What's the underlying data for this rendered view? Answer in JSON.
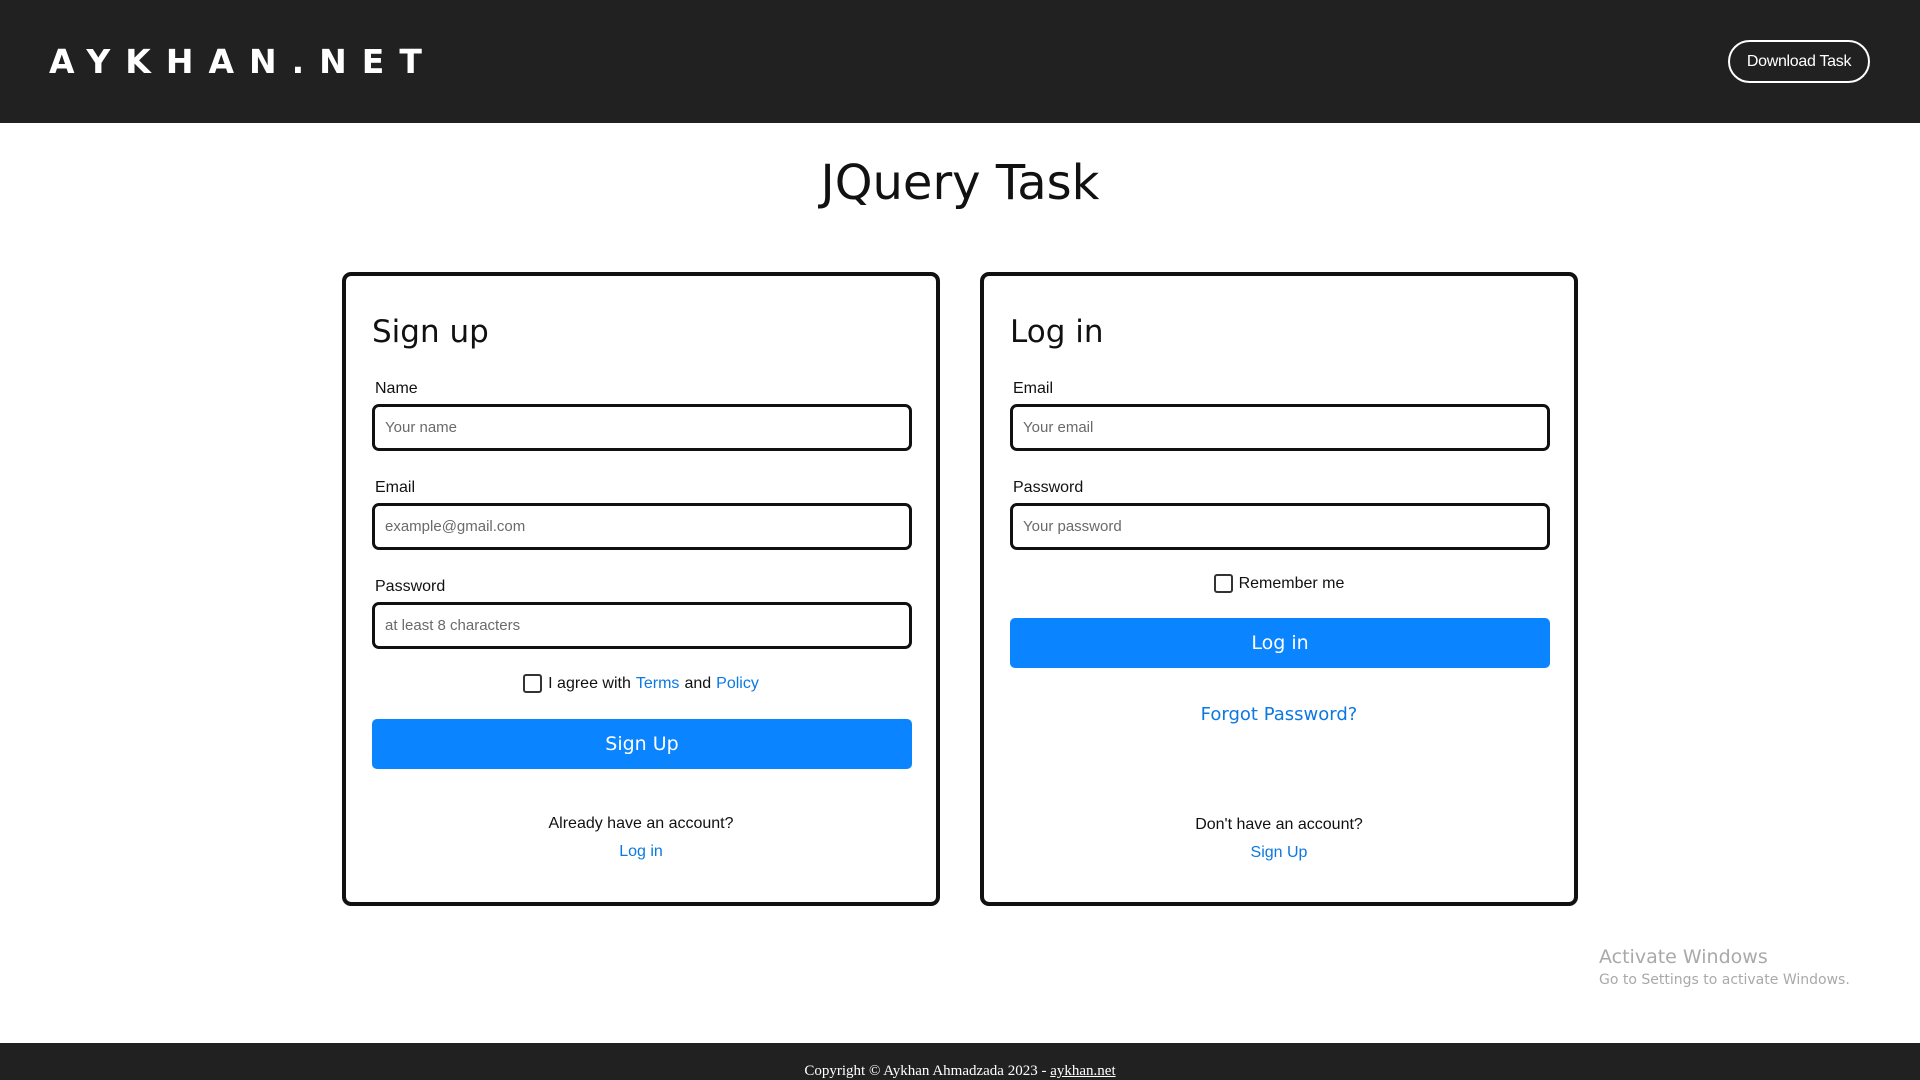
{
  "header": {
    "logo": "AYKHAN.NET",
    "download_button": "Download Task"
  },
  "page": {
    "title": "JQuery Task"
  },
  "signup": {
    "title": "Sign up",
    "name_label": "Name",
    "name_placeholder": "Your name",
    "email_label": "Email",
    "email_placeholder": "example@gmail.com",
    "password_label": "Password",
    "password_placeholder": "at least 8 characters",
    "agree_text": "I agree with",
    "terms_link": "Terms",
    "and_text": "and",
    "policy_link": "Policy",
    "submit_button": "Sign Up",
    "already_text": "Already have an account?",
    "login_link": "Log in"
  },
  "login": {
    "title": "Log in",
    "email_label": "Email",
    "email_placeholder": "Your email",
    "password_label": "Password",
    "password_placeholder": "Your password",
    "remember_text": "Remember me",
    "submit_button": "Log in",
    "forgot_link": "Forgot Password?",
    "no_account_text": "Don't have an account?",
    "signup_link": "Sign Up"
  },
  "watermark": {
    "line1": "Activate Windows",
    "line2": "Go to Settings to activate Windows."
  },
  "footer": {
    "copyright": "Copyright © Aykhan Ahmadzada 2023 - ",
    "site_link": "aykhan.net"
  },
  "colors": {
    "header_bg": "#212121",
    "primary_button": "#0a84ff",
    "link": "#0b78e3"
  }
}
